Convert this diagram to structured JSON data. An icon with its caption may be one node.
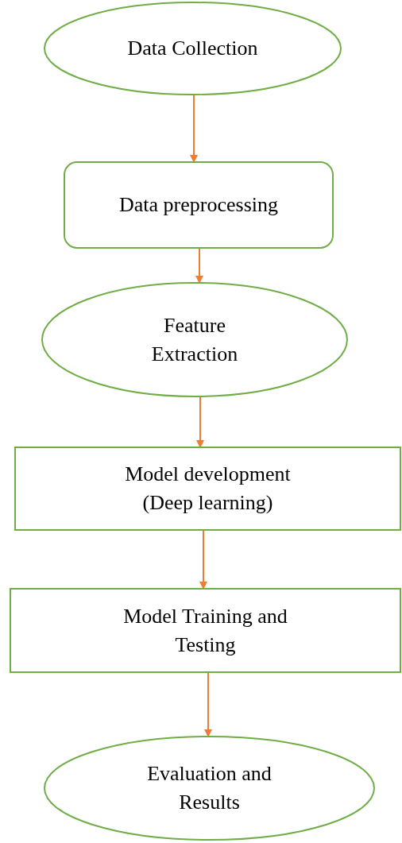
{
  "diagram": {
    "nodes": [
      {
        "text": [
          "Data Collection"
        ]
      },
      {
        "text": [
          "Data preprocessing"
        ]
      },
      {
        "text": [
          "Feature Extraction"
        ]
      },
      {
        "text": [
          "Model development (Deep learning)"
        ]
      },
      {
        "text": [
          "Model Training and Testing"
        ]
      },
      {
        "text": [
          "Evaluation and Results"
        ]
      }
    ],
    "edges": [
      {
        "from": 0,
        "to": 1,
        "arrow": "to"
      },
      {
        "from": 1,
        "to": 2,
        "arrow": "to"
      },
      {
        "from": 2,
        "to": 3,
        "arrow": "to"
      },
      {
        "from": 3,
        "to": 4,
        "arrow": "to"
      },
      {
        "from": 4,
        "to": 5,
        "arrow": "to"
      }
    ]
  }
}
